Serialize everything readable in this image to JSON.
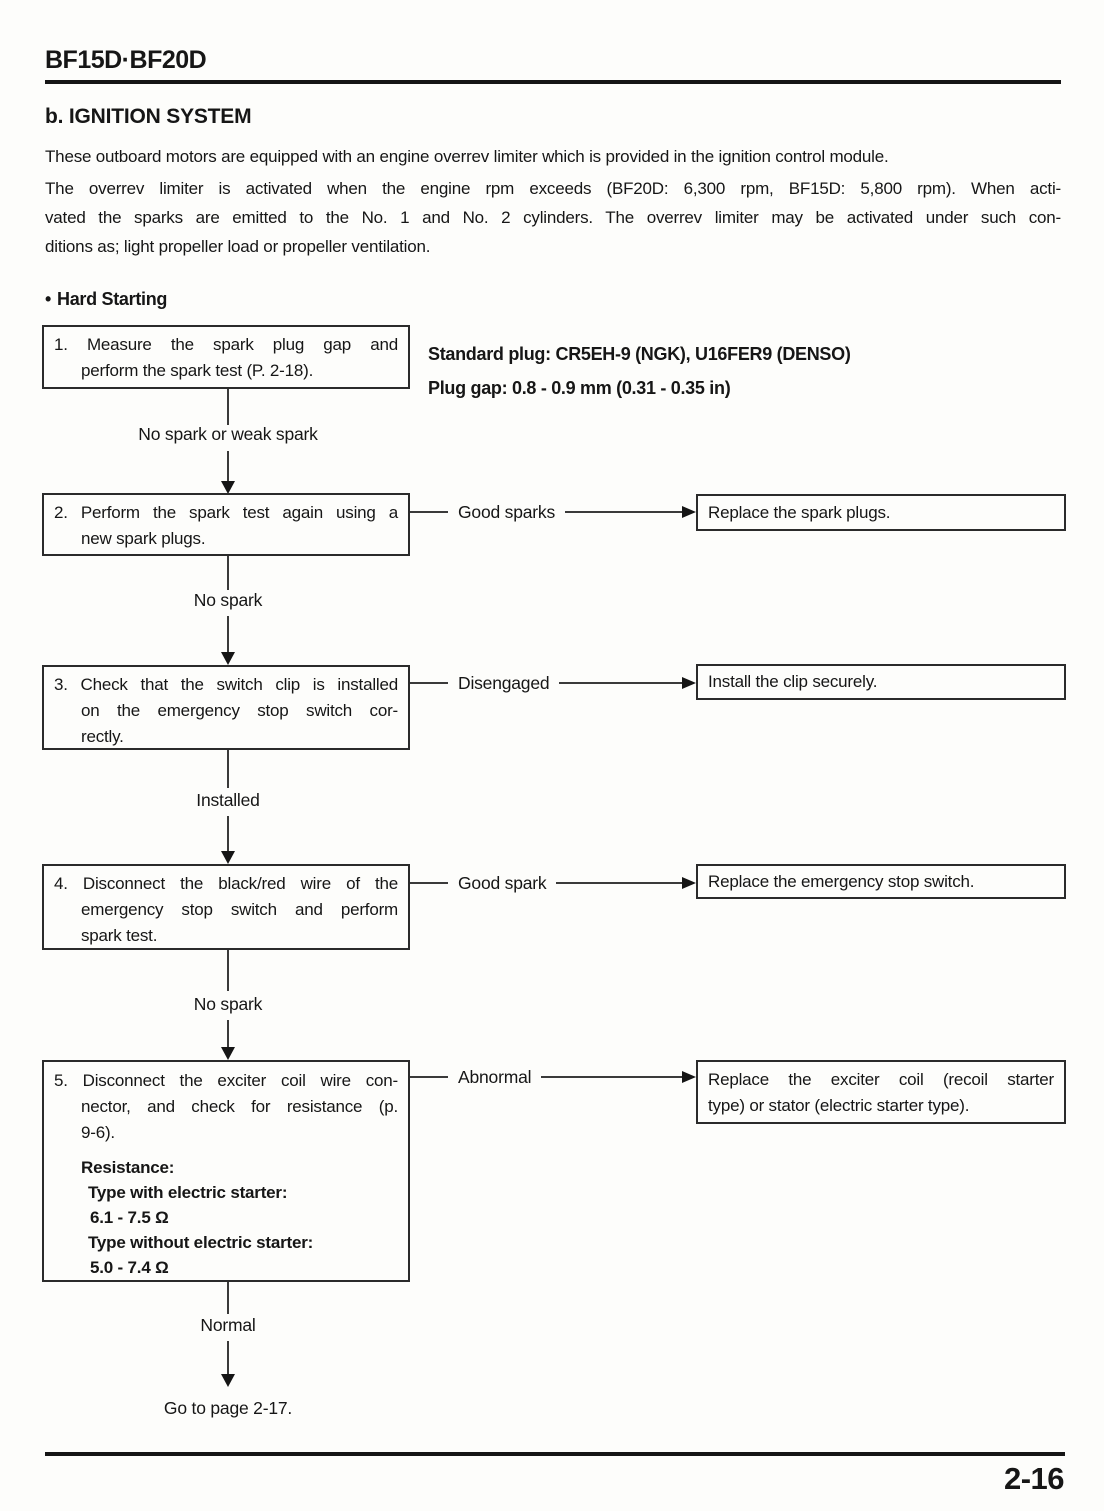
{
  "header": {
    "model": "BF15D·BF20D",
    "page_number": "2-16"
  },
  "section": {
    "title": "b. IGNITION SYSTEM",
    "para1": "These outboard motors are equipped with an engine overrev limiter which is provided in the ignition control module.",
    "para2_lines": [
      "The overrev limiter is activated when the engine rpm exceeds (BF20D: 6,300 rpm, BF15D: 5,800 rpm). When acti-",
      "vated the sparks are emitted to the No. 1 and No. 2 cylinders. The overrev limiter may be activated under such con-",
      "ditions as; light propeller load or propeller ventilation."
    ],
    "bullet": "•",
    "subsection": "Hard Starting"
  },
  "flow": {
    "step1": {
      "lines": [
        "1. Measure the spark plug gap and",
        "perform the spark test (P. 2-18)."
      ],
      "spec_line1": "Standard plug: CR5EH-9 (NGK), U16FER9 (DENSO)",
      "spec_line2": "Plug gap: 0.8 - 0.9 mm (0.31 - 0.35 in)",
      "down_label": "No spark or weak spark"
    },
    "step2": {
      "lines": [
        "2. Perform the spark test again using a",
        "new spark plugs."
      ],
      "branch_label": "Good sparks",
      "result": "Replace the spark plugs.",
      "down_label": "No spark"
    },
    "step3": {
      "lines": [
        "3. Check that the switch clip is installed",
        "on the emergency stop switch cor-",
        "rectly."
      ],
      "branch_label": "Disengaged",
      "result": "Install the clip securely.",
      "down_label": "Installed"
    },
    "step4": {
      "lines": [
        "4. Disconnect the black/red wire of the",
        "emergency stop switch and perform",
        "spark test."
      ],
      "branch_label": "Good spark",
      "result": "Replace the emergency stop switch.",
      "down_label": "No spark"
    },
    "step5": {
      "lines": [
        "5. Disconnect the exciter coil wire con-",
        "nector, and check for resistance (p.",
        "9-6)."
      ],
      "resistance_title": "Resistance:",
      "resistance_specs": [
        {
          "label": "Type with electric starter:",
          "value": "6.1 - 7.5 Ω"
        },
        {
          "label": "Type without electric starter:",
          "value": "5.0 - 7.4 Ω"
        }
      ],
      "branch_label": "Abnormal",
      "result_lines": [
        "Replace the exciter coil (recoil starter",
        "type) or stator (electric starter type)."
      ],
      "down_label": "Normal",
      "final_label": "Go to page 2-17."
    }
  }
}
